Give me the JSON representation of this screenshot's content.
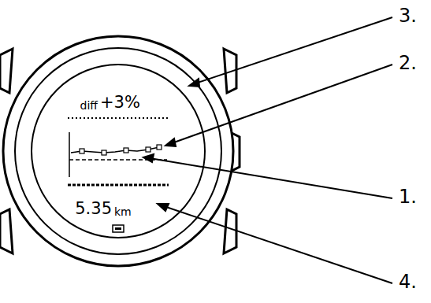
{
  "diagram": {
    "labels": [
      "diff",
      "+3%",
      "5.35",
      "km",
      "3.",
      "2.",
      "1.",
      "4."
    ]
  }
}
